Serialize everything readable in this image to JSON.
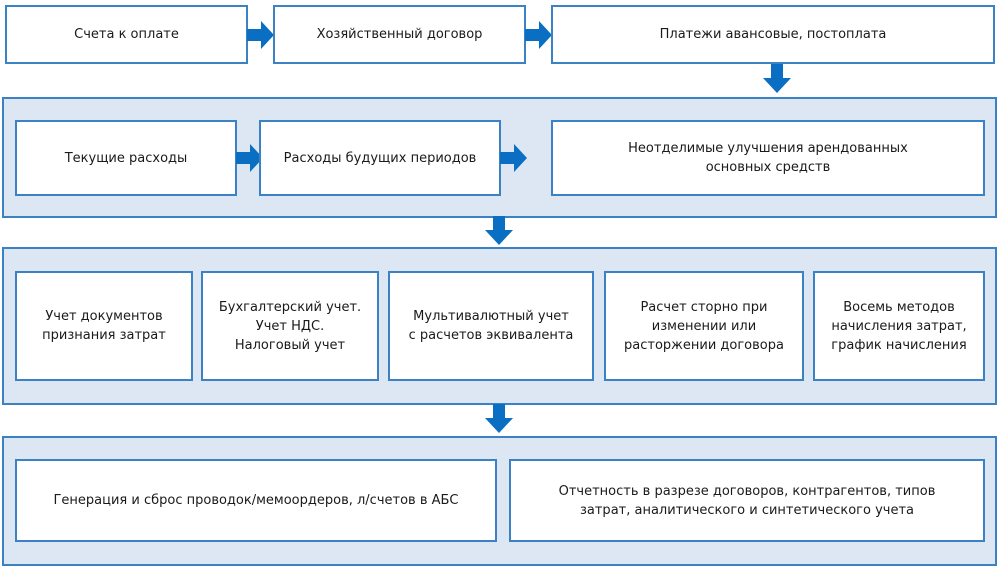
{
  "colors": {
    "accent": "#0a6fc2",
    "border": "#3a82c4",
    "band_fill": "#dde7f3",
    "box_fill": "#ffffff"
  },
  "row1": {
    "boxes": [
      {
        "lines": [
          "Счета к оплате"
        ]
      },
      {
        "lines": [
          "Хозяйственный договор"
        ]
      },
      {
        "lines": [
          "Платежи авансовые, постоплата"
        ]
      }
    ]
  },
  "row2": {
    "boxes": [
      {
        "lines": [
          "Текущие расходы"
        ]
      },
      {
        "lines": [
          "Расходы будущих периодов"
        ]
      },
      {
        "lines": [
          "Неотделимые улучшения арендованных",
          "основных средств"
        ]
      }
    ]
  },
  "row3": {
    "boxes": [
      {
        "lines": [
          "Учет документов",
          "признания затрат"
        ]
      },
      {
        "lines": [
          "Бухгалтерский учет.",
          "Учет НДС.",
          "Налоговый учет"
        ]
      },
      {
        "lines": [
          "Мультивалютный учет",
          "с расчетов эквивалента"
        ]
      },
      {
        "lines": [
          "Расчет сторно при",
          "изменении или",
          "расторжении договора"
        ]
      },
      {
        "lines": [
          "Восемь методов",
          "начисления затрат,",
          "график начисления"
        ]
      }
    ]
  },
  "row4": {
    "boxes": [
      {
        "lines": [
          "Генерация и сброс проводок/мемоордеров, л/счетов в АБС"
        ]
      },
      {
        "lines": [
          "Отчетность в разрезе договоров, контрагентов, типов",
          "затрат, аналитического и синтетического учета"
        ]
      }
    ]
  },
  "connectors": [
    {
      "from": "row1.0",
      "to": "row1.1",
      "direction": "right"
    },
    {
      "from": "row1.1",
      "to": "row1.2",
      "direction": "right"
    },
    {
      "from": "row1.2",
      "to": "row2",
      "direction": "down"
    },
    {
      "from": "row2.0",
      "to": "row2.1",
      "direction": "right"
    },
    {
      "from": "row2.1",
      "to": "row2.2",
      "direction": "right"
    },
    {
      "from": "row2",
      "to": "row3",
      "direction": "down"
    },
    {
      "from": "row3",
      "to": "row4",
      "direction": "down"
    }
  ]
}
